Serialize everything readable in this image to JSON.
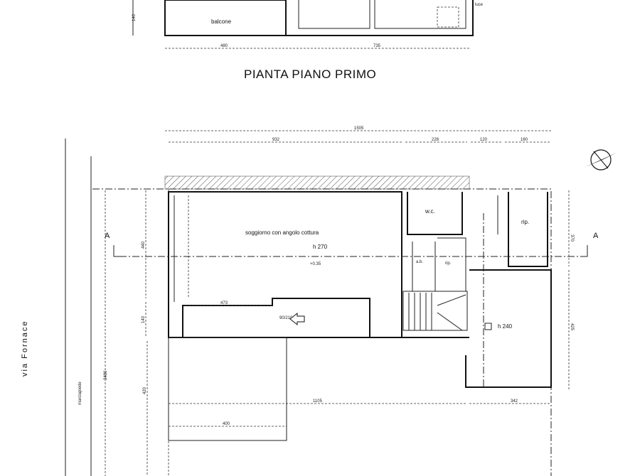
{
  "first_floor": {
    "title": "PIANTA PIANO PRIMO",
    "balcony_label": "balcone",
    "light_label": "luce",
    "dims": {
      "left": "480",
      "right": "735",
      "height": "140"
    }
  },
  "ground_floor": {
    "dims_top": {
      "total": "1505",
      "seg1": "932",
      "seg2": "228",
      "seg3": "120",
      "seg4": "160"
    },
    "dims_bottom": {
      "total": "1105",
      "right": "342",
      "patio": "400"
    },
    "dims_side": {
      "right_top": "370",
      "right_bottom": "425",
      "left_total": "3480",
      "patio_depth": "420",
      "left_upper": "440",
      "left_lower": "140"
    },
    "living_label": "soggiorno con angolo cottura",
    "living_height": "h 270",
    "level_mark": "+0.35",
    "wc_label": "w.c.",
    "storage_label_1": "rip.",
    "storage_label_2": "rip.",
    "ab_label": "a.b.",
    "garage_height": "h 240",
    "inner_dim": "473",
    "entrance": "90/210",
    "section_mark_left": "A",
    "section_mark_right": "A"
  },
  "street": {
    "name": "via Fornace",
    "sidewalk": "marciapiede"
  },
  "icons": [
    "north-compass-icon",
    "entrance-arrow-icon"
  ]
}
